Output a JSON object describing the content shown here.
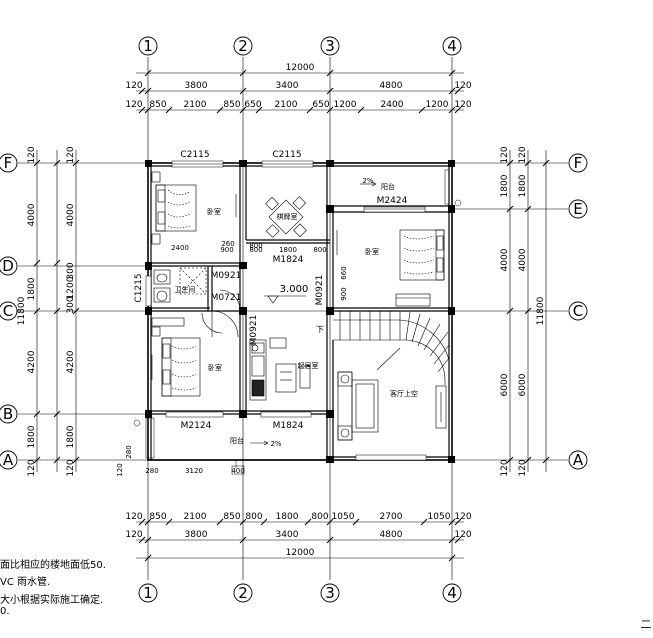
{
  "axes": {
    "columns": [
      "1",
      "2",
      "3",
      "4"
    ],
    "rows": [
      "F",
      "E",
      "D",
      "C",
      "B",
      "A"
    ]
  },
  "dimensions": {
    "top_total": "12000",
    "top_mid": [
      "120",
      "3800",
      "3400",
      "4800",
      "120"
    ],
    "top_inner": [
      "120",
      "850",
      "2100",
      "850",
      "650",
      "2100",
      "650",
      "1200",
      "2400",
      "1200",
      "120"
    ],
    "bottom_inner": [
      "120",
      "850",
      "2100",
      "850",
      "800",
      "1800",
      "800",
      "1050",
      "2700",
      "1050",
      "120"
    ],
    "bottom_mid": [
      "120",
      "3800",
      "3400",
      "4800",
      "120"
    ],
    "bottom_total": "12000",
    "left_outer": [
      "120",
      "4000",
      "1800",
      "4200",
      "1800",
      "120"
    ],
    "left_inner": [
      "120",
      "4000",
      "300",
      "1200",
      "300",
      "4200",
      "1800",
      "120"
    ],
    "left_total": "11800",
    "right_outer": [
      "120",
      "1800",
      "4000",
      "6000",
      "120"
    ],
    "right_inner": [
      "120",
      "1800",
      "4000",
      "6000",
      "120"
    ],
    "right_total": "11800",
    "misc": [
      "2400",
      "260",
      "900",
      "800",
      "1800",
      "800",
      "660",
      "900",
      "120",
      "280",
      "280",
      "3120",
      "400",
      "800"
    ]
  },
  "openings": [
    "C2115",
    "C2115",
    "M2424",
    "M1824",
    "M0921",
    "M0721",
    "C1215",
    "M0921",
    "M0921",
    "M2124",
    "M1824"
  ],
  "rooms": {
    "bedroom": "卧室",
    "chess_room": "棋牌室",
    "bathroom": "卫生间",
    "living_room": "起居室",
    "void": "客厅上空",
    "balcony": "阳台"
  },
  "level": "3.000",
  "slope": "2%",
  "stair_down": "下",
  "notes": [
    "面比相应的楼地面低50.",
    "VC 雨水管.",
    "大小根据实际施工确定.",
    "0."
  ],
  "corner_mark": "二"
}
